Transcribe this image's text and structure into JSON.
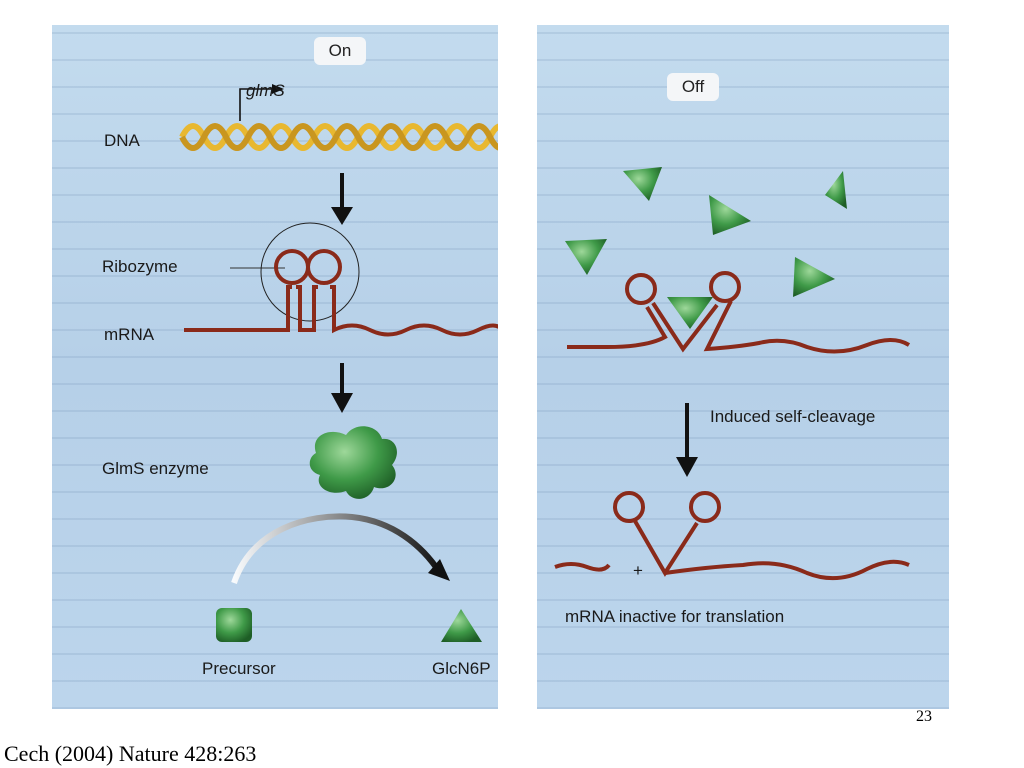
{
  "slide": {
    "page_number": "23",
    "citation": "Cech (2004) Nature 428:263"
  },
  "left_panel": {
    "state": "On",
    "gene": "glmS",
    "labels": {
      "dna": "DNA",
      "ribozyme": "Ribozyme",
      "mrna": "mRNA",
      "enzyme": "GlmS enzyme",
      "precursor": "Precursor",
      "product": "GlcN6P"
    }
  },
  "right_panel": {
    "state": "Off",
    "process": "Induced self-cleavage",
    "result": "mRNA inactive for translation",
    "plus": "+"
  },
  "colors": {
    "panel_bg": "#b9d3ea",
    "dna_yellow": "#e8b830",
    "rna_red": "#8a2a1a",
    "green": "#3f9a48",
    "arrow": "#111111"
  }
}
